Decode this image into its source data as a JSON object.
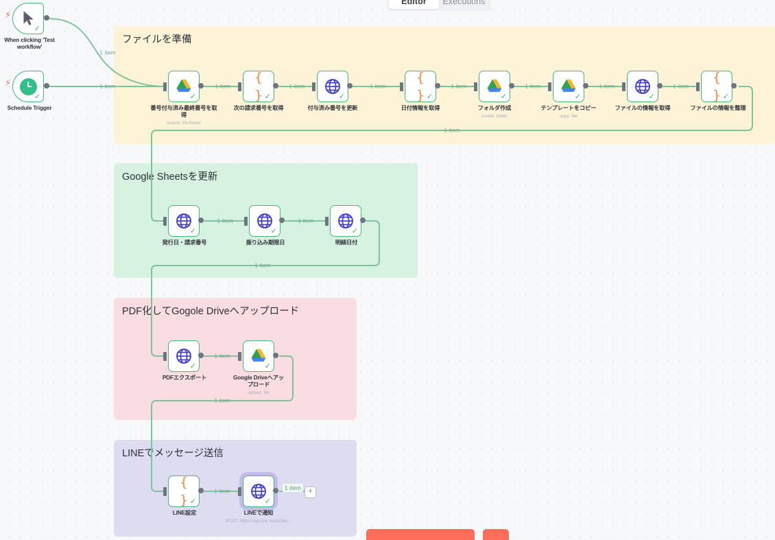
{
  "tabs": [
    {
      "label": "Editor",
      "active": true
    },
    {
      "label": "Executions",
      "active": false
    }
  ],
  "edge_label": "1 item",
  "stickies": [
    {
      "id": "prepare-file",
      "title": "ファイルを準備",
      "color": "#fdf3d7"
    },
    {
      "id": "google-sheets",
      "title": "Google Sheetsを更新",
      "color": "#d6f3e2"
    },
    {
      "id": "pdf-upload",
      "title": "PDF化してGogole Driveへアップロード",
      "color": "#f9dde1"
    },
    {
      "id": "line-message",
      "title": "LINEでメッセージ送信",
      "color": "#dedcf1"
    }
  ],
  "triggers": [
    {
      "id": "manual-trigger",
      "label": "When clicking 'Test workflow'",
      "icon": "cursor-icon"
    },
    {
      "id": "schedule-trigger",
      "label": "Schedule Trigger",
      "icon": "clock-icon"
    }
  ],
  "nodes": [
    {
      "id": "n1",
      "label": "番号付与済み最終番号を取得",
      "sub": "search: file/folder",
      "icon": "google-drive-icon"
    },
    {
      "id": "n2",
      "label": "次の請求番号を取得",
      "sub": "",
      "icon": "code-icon"
    },
    {
      "id": "n3",
      "label": "付与済み番号を更新",
      "sub": "",
      "icon": "http-globe-icon"
    },
    {
      "id": "n4",
      "label": "日付情報を取得",
      "sub": "",
      "icon": "code-icon"
    },
    {
      "id": "n5",
      "label": "フォルダ作成",
      "sub": "create: folder",
      "icon": "google-drive-icon"
    },
    {
      "id": "n6",
      "label": "テンプレートをコピー",
      "sub": "copy: file",
      "icon": "google-drive-icon"
    },
    {
      "id": "n7",
      "label": "ファイルの情報を取得",
      "sub": "",
      "icon": "http-globe-icon"
    },
    {
      "id": "n8",
      "label": "ファイルの情報を整理",
      "sub": "",
      "icon": "code-icon"
    },
    {
      "id": "n9",
      "label": "発行日・請求番号",
      "sub": "",
      "icon": "http-globe-icon"
    },
    {
      "id": "n10",
      "label": "振り込み期限日",
      "sub": "",
      "icon": "http-globe-icon"
    },
    {
      "id": "n11",
      "label": "明細日付",
      "sub": "",
      "icon": "http-globe-icon"
    },
    {
      "id": "n12",
      "label": "PDFエクスポート",
      "sub": "",
      "icon": "http-globe-icon"
    },
    {
      "id": "n13",
      "label": "Google Driveへアップロード",
      "sub": "upload: file",
      "icon": "google-drive-icon"
    },
    {
      "id": "n14",
      "label": "LINE設定",
      "sub": "",
      "icon": "code-icon"
    },
    {
      "id": "n15",
      "label": "LINEで通知",
      "sub": "POST: https://api.line.me/v2/bo...",
      "icon": "http-globe-icon"
    }
  ],
  "add_button": {
    "label": "+"
  },
  "colors": {
    "edge": "#7ec49b",
    "node_border": "#46b87a",
    "accent_orange": "#ff6d5a",
    "canvas": "#f7f8fa"
  }
}
